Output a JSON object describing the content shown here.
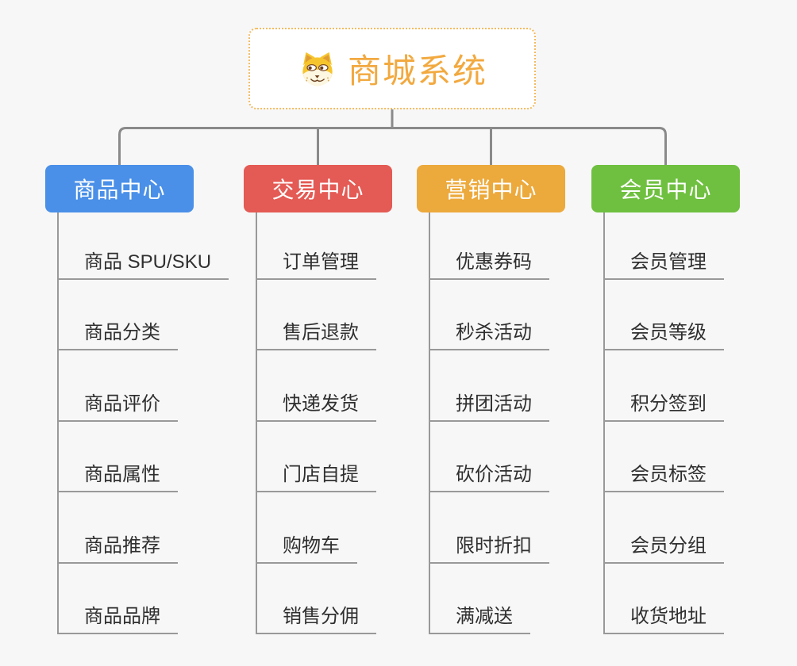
{
  "page": {
    "background": "#f7f7f7"
  },
  "root": {
    "title": "商城系统",
    "icon": "doge-icon",
    "title_color": "#f2a93f",
    "border_color": "#f3bb62"
  },
  "connector_color": "#8a8a8a",
  "line_color": "#999999",
  "branches": [
    {
      "id": "product-center",
      "label": "商品中心",
      "color": "#4a90e8",
      "items": [
        "商品 SPU/SKU",
        "商品分类",
        "商品评价",
        "商品属性",
        "商品推荐",
        "商品品牌"
      ]
    },
    {
      "id": "trade-center",
      "label": "交易中心",
      "color": "#e45a54",
      "items": [
        "订单管理",
        "售后退款",
        "快递发货",
        "门店自提",
        "购物车",
        "销售分佣"
      ]
    },
    {
      "id": "marketing-center",
      "label": "营销中心",
      "color": "#eca93c",
      "items": [
        "优惠券码",
        "秒杀活动",
        "拼团活动",
        "砍价活动",
        "限时折扣",
        "满减送"
      ]
    },
    {
      "id": "member-center",
      "label": "会员中心",
      "color": "#6fc040",
      "items": [
        "会员管理",
        "会员等级",
        "积分签到",
        "会员标签",
        "会员分组",
        "收货地址"
      ]
    }
  ]
}
